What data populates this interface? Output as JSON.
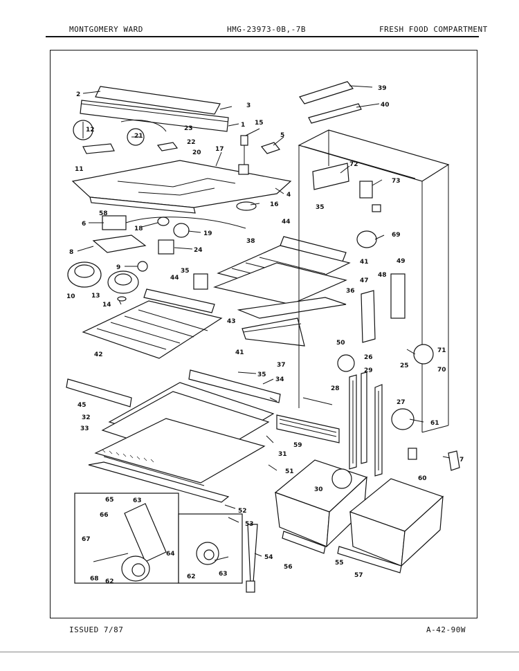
{
  "header": {
    "brand": "MONTGOMERY WARD",
    "model": "HMG-23973-0B,-7B",
    "section": "FRESH FOOD COMPARTMENT"
  },
  "footer": {
    "issued": "ISSUED 7/87",
    "doc_id": "A-42-90W"
  },
  "callouts": {
    "c1": "1",
    "c2": "2",
    "c3": "3",
    "c4": "4",
    "c5": "5",
    "c6": "6",
    "c7": "7",
    "c8": "8",
    "c9": "9",
    "c10": "10",
    "c11": "11",
    "c12": "12",
    "c13": "13",
    "c14": "14",
    "c15": "15",
    "c16": "16",
    "c17": "17",
    "c18": "18",
    "c19": "19",
    "c20": "20",
    "c21": "21",
    "c22": "22",
    "c23": "23",
    "c24": "24",
    "c25": "25",
    "c26": "26",
    "c27": "27",
    "c28": "28",
    "c29": "29",
    "c30": "30",
    "c31": "31",
    "c32": "32",
    "c33": "33",
    "c34": "34",
    "c35a": "35",
    "c35b": "35",
    "c35c": "35",
    "c36": "36",
    "c37": "37",
    "c38": "38",
    "c39": "39",
    "c40": "40",
    "c41a": "41",
    "c41b": "41",
    "c42": "42",
    "c43": "43",
    "c44a": "44",
    "c44b": "44",
    "c45": "45",
    "c47": "47",
    "c48": "48",
    "c49": "49",
    "c50": "50",
    "c51": "51",
    "c52": "52",
    "c53": "53",
    "c54": "54",
    "c55": "55",
    "c56": "56",
    "c57": "57",
    "c58": "58",
    "c59": "59",
    "c60": "60",
    "c61": "61",
    "c62a": "62",
    "c62b": "62",
    "c63a": "63",
    "c63b": "63",
    "c64": "64",
    "c65": "65",
    "c66": "66",
    "c67": "67",
    "c68": "68",
    "c69": "69",
    "c70": "70",
    "c71": "71",
    "c72": "72",
    "c73": "73"
  }
}
